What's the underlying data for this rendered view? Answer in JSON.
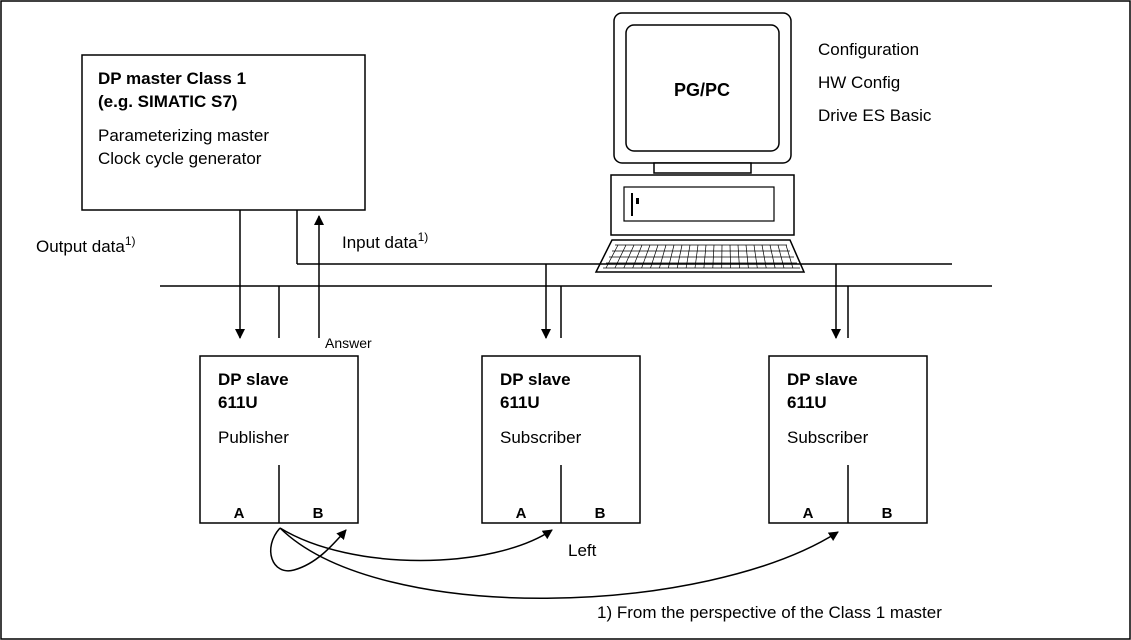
{
  "master": {
    "title_line1": "DP master Class 1",
    "title_line2": "(e.g. SIMATIC S7)",
    "role_line1": "Parameterizing master",
    "role_line2": "Clock cycle generator"
  },
  "pgpc": {
    "screen_label": "PG/PC",
    "info_line1": "Configuration",
    "info_line2": "HW Config",
    "info_line3": "Drive ES Basic"
  },
  "labels": {
    "output_data": "Output data",
    "output_sup": "1)",
    "input_data": "Input data",
    "input_sup": "1)",
    "answer": "Answer",
    "left": "Left",
    "footnote": "1) From the perspective of the Class 1 master"
  },
  "slaves": [
    {
      "title_line1": "DP slave",
      "title_line2": "611U",
      "role": "Publisher",
      "port_a": "A",
      "port_b": "B"
    },
    {
      "title_line1": "DP slave",
      "title_line2": "611U",
      "role": "Subscriber",
      "port_a": "A",
      "port_b": "B"
    },
    {
      "title_line1": "DP slave",
      "title_line2": "611U",
      "role": "Subscriber",
      "port_a": "A",
      "port_b": "B"
    }
  ]
}
